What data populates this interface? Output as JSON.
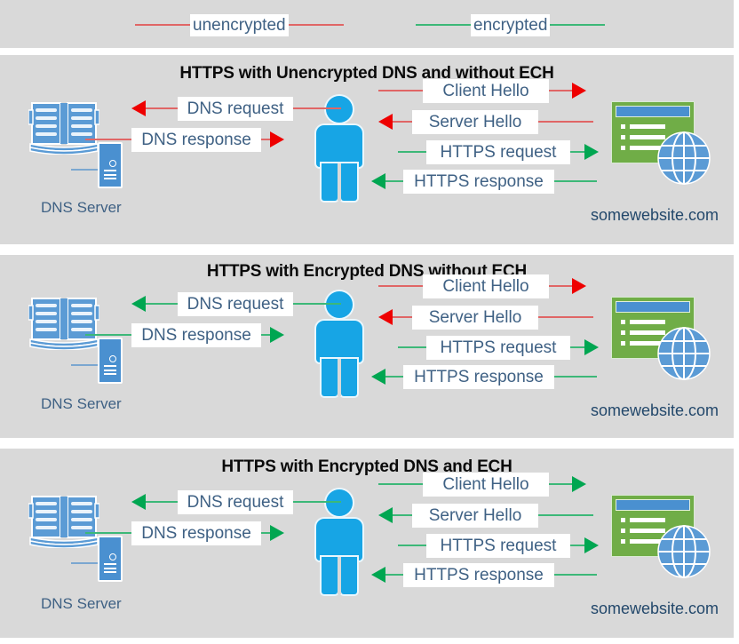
{
  "legend": {
    "items": [
      {
        "label": "unencrypted",
        "color": "#e06666",
        "name": "legend-unencrypted"
      },
      {
        "label": "encrypted",
        "color": "#3cb878",
        "name": "legend-encrypted"
      }
    ]
  },
  "colors": {
    "panel_background": "#d9d9d9",
    "page_background": "#ffffff",
    "unencrypted_line": "#e06666",
    "unencrypted_head": "#ee0000",
    "encrypted_line": "#3cb878",
    "encrypted_head": "#00a651",
    "label_text": "#3f6184",
    "title_text": "#0a0a0a",
    "person": "#17a5e5",
    "server_blue": "#4a90d0",
    "website_green": "#70ad47",
    "globe_blue": "#5b9bd5"
  },
  "nodes": {
    "dns_server_label": "DNS Server",
    "website_label": "somewebsite.com"
  },
  "panels": [
    {
      "title": "HTTPS with Unencrypted DNS and without ECH",
      "left_arrows": [
        {
          "label": "DNS request",
          "direction": "left",
          "encrypted": false
        },
        {
          "label": "DNS response",
          "direction": "right",
          "encrypted": false
        }
      ],
      "right_arrows": [
        {
          "label": "Client Hello",
          "direction": "right",
          "encrypted": false
        },
        {
          "label": "Server Hello",
          "direction": "left",
          "encrypted": false
        },
        {
          "label": "HTTPS request",
          "direction": "right",
          "encrypted": true
        },
        {
          "label": "HTTPS response",
          "direction": "left",
          "encrypted": true
        }
      ]
    },
    {
      "title": "HTTPS with Encrypted DNS without ECH",
      "left_arrows": [
        {
          "label": "DNS request",
          "direction": "left",
          "encrypted": true
        },
        {
          "label": "DNS response",
          "direction": "right",
          "encrypted": true
        }
      ],
      "right_arrows": [
        {
          "label": "Client Hello",
          "direction": "right",
          "encrypted": false
        },
        {
          "label": "Server Hello",
          "direction": "left",
          "encrypted": false
        },
        {
          "label": "HTTPS request",
          "direction": "right",
          "encrypted": true
        },
        {
          "label": "HTTPS response",
          "direction": "left",
          "encrypted": true
        }
      ]
    },
    {
      "title": "HTTPS with Encrypted DNS and ECH",
      "left_arrows": [
        {
          "label": "DNS request",
          "direction": "left",
          "encrypted": true
        },
        {
          "label": "DNS response",
          "direction": "right",
          "encrypted": true
        }
      ],
      "right_arrows": [
        {
          "label": "Client Hello",
          "direction": "right",
          "encrypted": true
        },
        {
          "label": "Server Hello",
          "direction": "left",
          "encrypted": true
        },
        {
          "label": "HTTPS request",
          "direction": "right",
          "encrypted": true
        },
        {
          "label": "HTTPS response",
          "direction": "left",
          "encrypted": true
        }
      ]
    }
  ]
}
